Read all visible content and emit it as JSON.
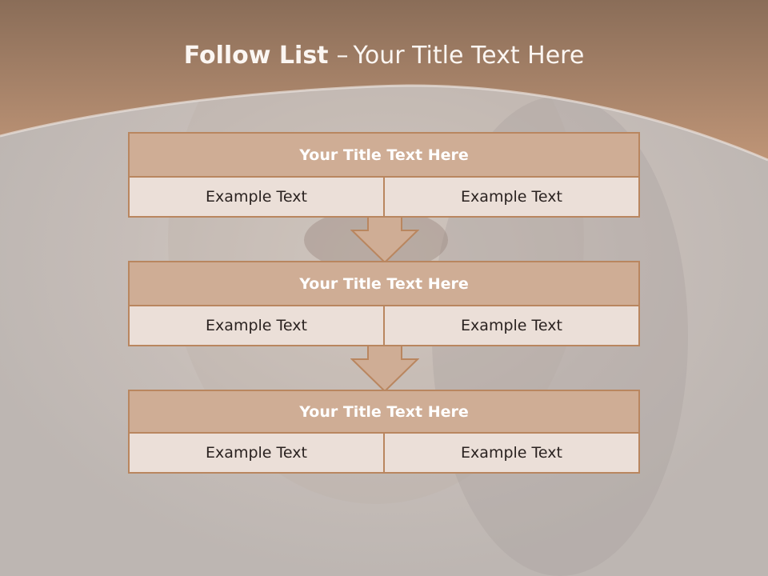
{
  "slide": {
    "title_bold": "Follow List",
    "title_sep": "–",
    "title_rest": "Your Title Text Here"
  },
  "blocks": [
    {
      "title": "Your Title Text Here",
      "cells": [
        "Example Text",
        "Example Text"
      ]
    },
    {
      "title": "Your Title Text Here",
      "cells": [
        "Example Text",
        "Example Text"
      ]
    },
    {
      "title": "Your Title Text Here",
      "cells": [
        "Example Text",
        "Example Text"
      ]
    }
  ],
  "colors": {
    "header_band": "#b98d6e",
    "block_title_fill": "#cfad95",
    "block_cell_fill": "#ebdfd8",
    "border": "#b9865f",
    "background": "#c9c3bf"
  }
}
